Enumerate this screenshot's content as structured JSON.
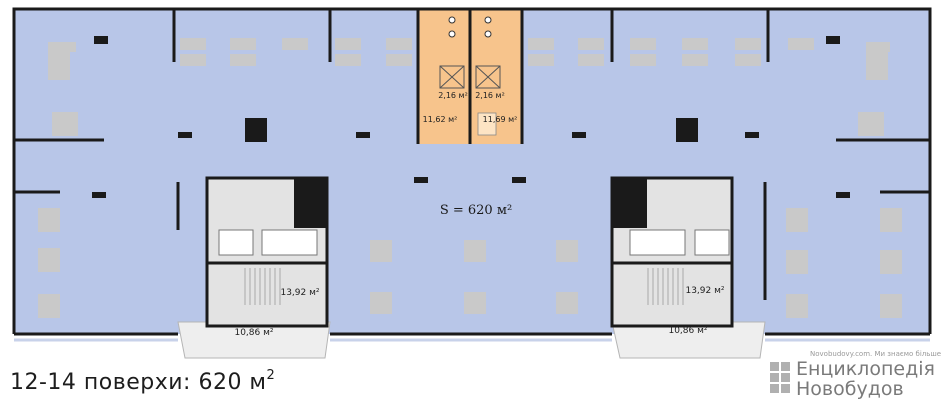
{
  "floor": {
    "title": "12-14 поверхи: 620 м",
    "title_sup": "2",
    "total_area_label": "S = 620 м²",
    "lift_areas": [
      "2,16 м²",
      "2,16 м²"
    ],
    "shaft_areas": [
      "11,62 м²",
      "11,69 м²"
    ],
    "stair_areas": [
      "13,92 м²",
      "13,92 м²"
    ],
    "balcony_areas": [
      "10,86 м²",
      "10,86 м²"
    ]
  },
  "brand": {
    "small_text": "Novobudovy.com. Ми знаємо більше",
    "line1": "Енциклопедія",
    "line2": "Новобудов"
  },
  "colors": {
    "floor": "#b8c6e8",
    "core": "#f7c48c",
    "walls": "#1a1a1a",
    "service": "#e3e3e3",
    "furniture": "#c9c9c9"
  }
}
